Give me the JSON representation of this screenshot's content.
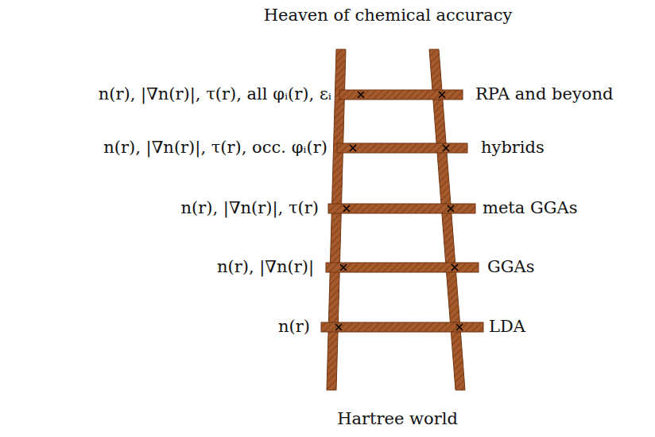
{
  "diagram": {
    "labels": [
      "Heaven of chemical accuracy",
      "n(r), |∇n(r)|, τ(r), all φᵢ(r), εᵢ",
      "RPA and beyond",
      "n(r), |∇n(r)|, τ(r), occ. φᵢ(r)",
      "hybrids",
      "n(r), |∇n(r)|, τ(r)",
      "meta GGAs",
      "n(r), |∇n(r)|",
      "GGAs",
      "n(r)",
      "LDA",
      "Hartree world"
    ]
  }
}
